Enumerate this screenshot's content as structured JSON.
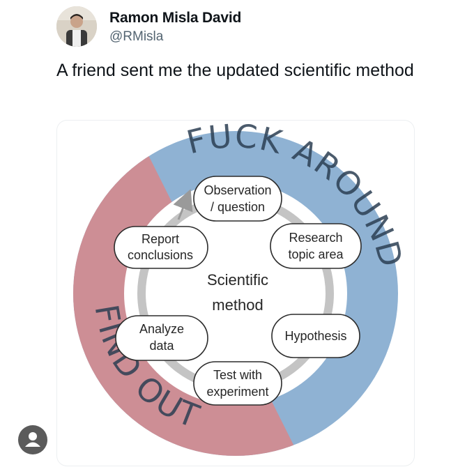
{
  "tweet": {
    "author_name": "Ramon Misla David",
    "author_handle": "@RMisla",
    "text": "A friend sent me the updated scientific method"
  },
  "diagram": {
    "arc_top": "FUCK AROUND",
    "arc_bottom": "FIND OUT",
    "center_line1": "Scientific",
    "center_line2": "method",
    "nodes": {
      "observation": [
        "Observation",
        "/ question"
      ],
      "research": [
        "Research",
        "topic area"
      ],
      "hypothesis": [
        "Hypothesis"
      ],
      "test": [
        "Test with",
        "experiment"
      ],
      "analyze": [
        "Analyze",
        "data"
      ],
      "report": [
        "Report",
        "conclusions"
      ]
    },
    "colors": {
      "blue_half": "#8fb2d3",
      "red_half": "#cd8e95",
      "ring": "#c4c4c4",
      "node_fill": "#ffffff",
      "node_stroke": "#2b2b2b"
    }
  }
}
